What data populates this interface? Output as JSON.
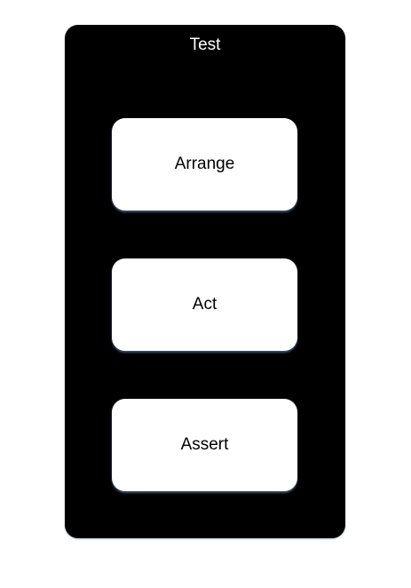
{
  "diagram": {
    "title": "Test",
    "steps": [
      {
        "label": "Arrange"
      },
      {
        "label": "Act"
      },
      {
        "label": "Assert"
      }
    ]
  },
  "colors": {
    "container_background": "#000000",
    "step_background": "#ffffff",
    "title_text": "#ffffff",
    "step_text": "#000000"
  }
}
